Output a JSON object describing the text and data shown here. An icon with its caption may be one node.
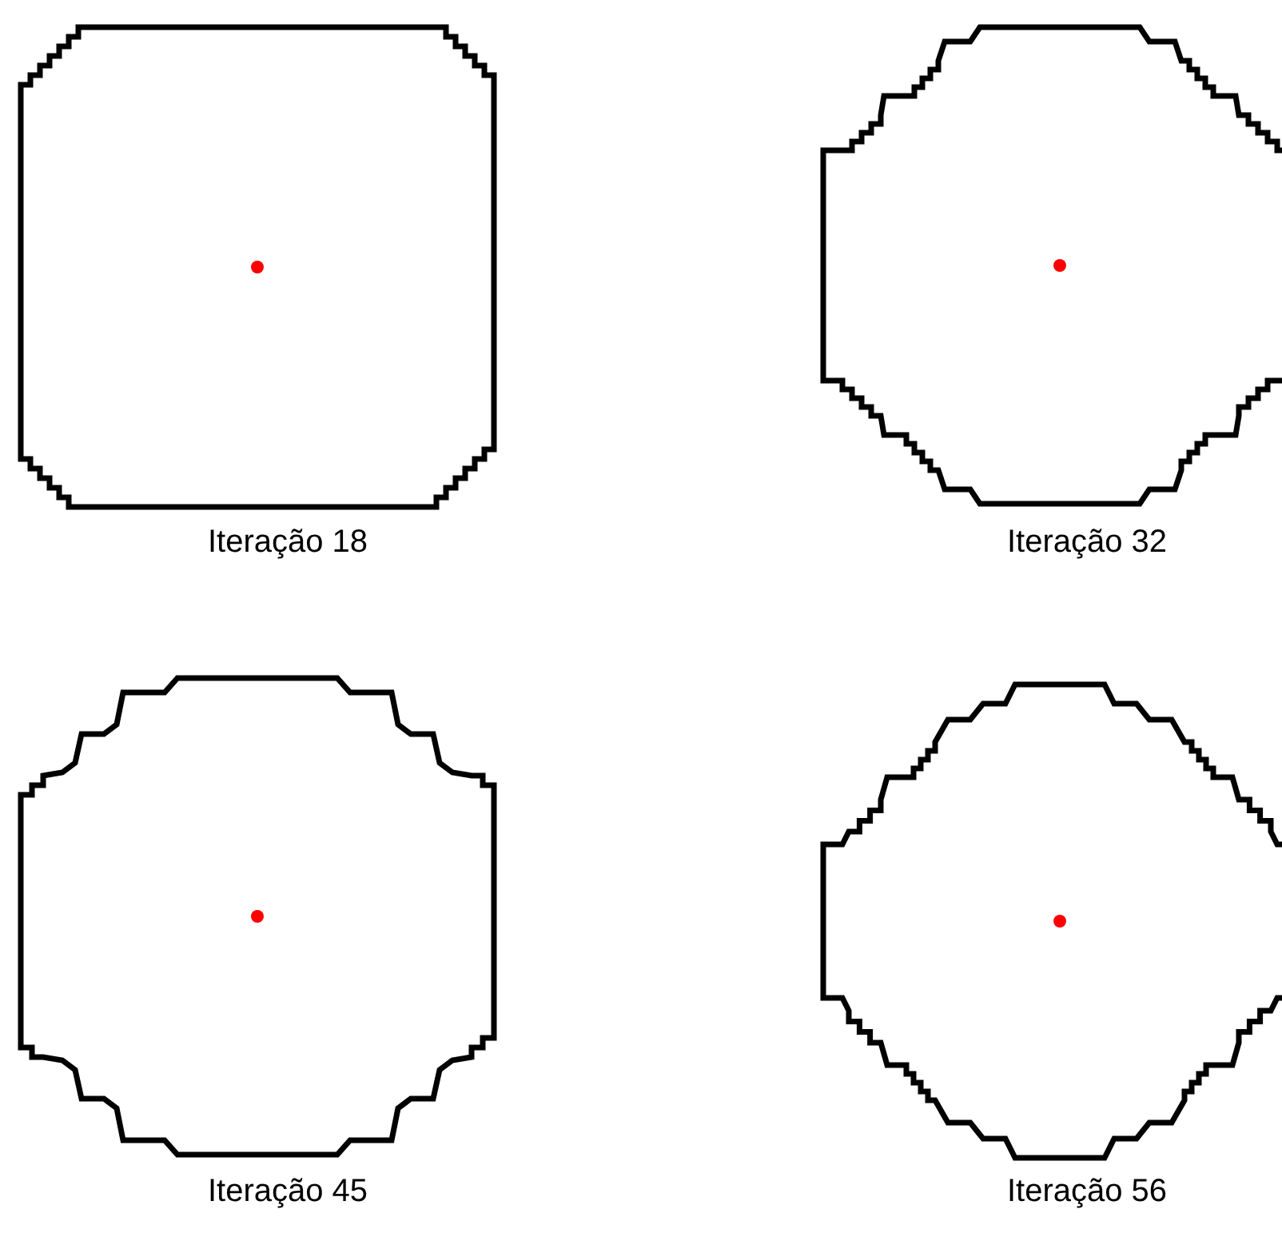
{
  "diagram": {
    "labels": [
      "Iteração 18",
      "Iteração 32",
      "Iteração 45",
      "Iteração 56"
    ]
  }
}
